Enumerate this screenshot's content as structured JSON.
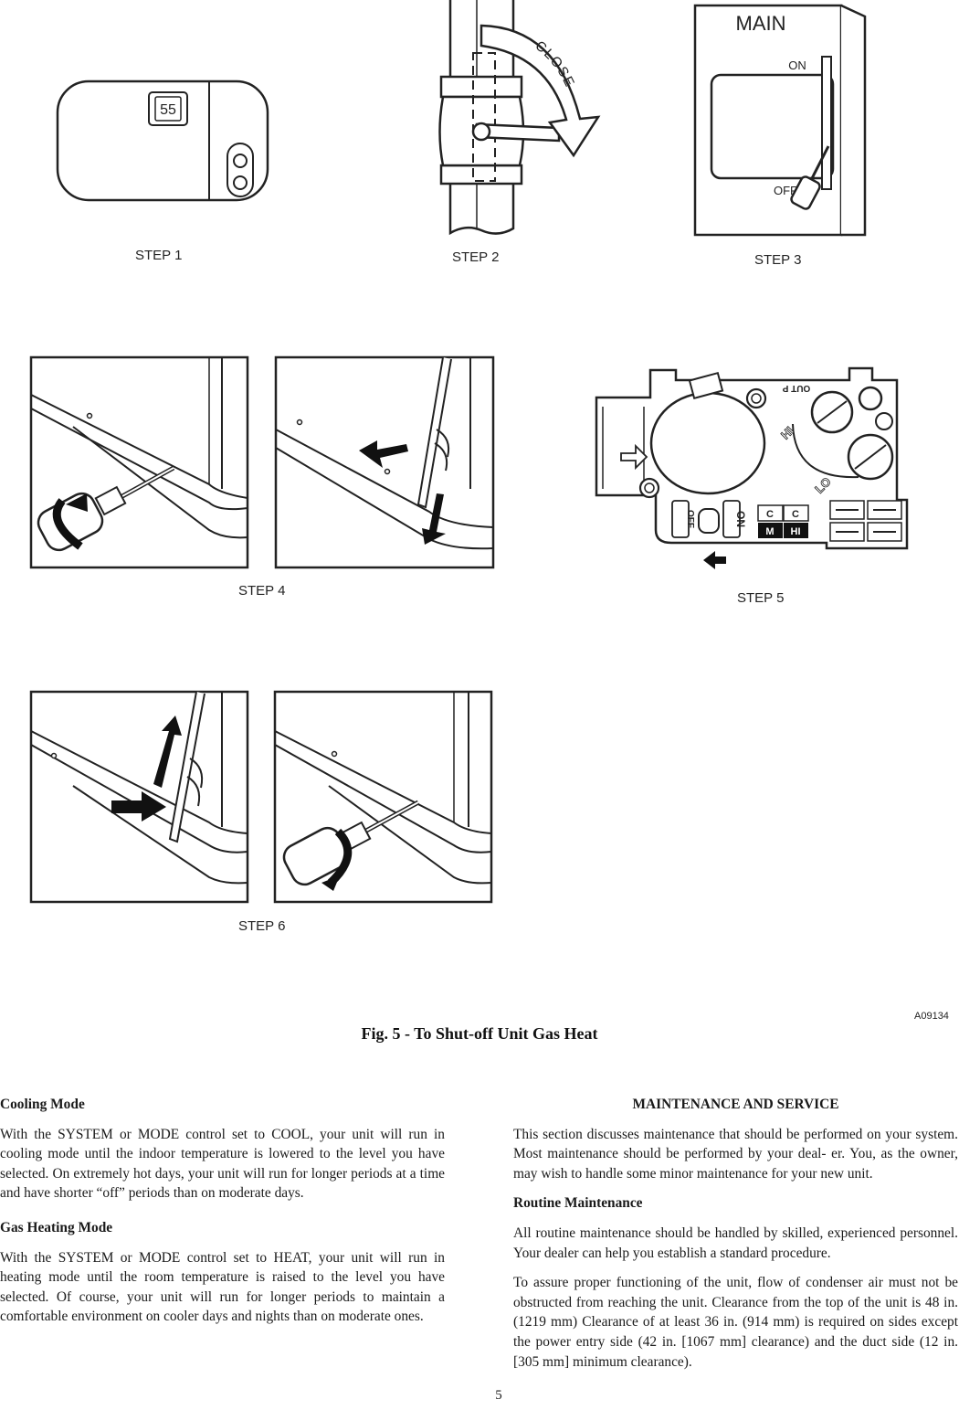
{
  "figure": {
    "steps": [
      "STEP 1",
      "STEP 2",
      "STEP 3",
      "STEP 4",
      "STEP 5",
      "STEP 6"
    ],
    "thermostat_display": "55",
    "valve_label": "CLOSE",
    "switch_title": "MAIN",
    "switch_on": "ON",
    "switch_off": "OFF",
    "gas_valve": {
      "hi": "HI",
      "lo": "LO",
      "on": "ON",
      "off": "OFF",
      "outp": "OUT P",
      "c1": "C",
      "c2": "C",
      "m": "M",
      "hi2": "HI"
    },
    "figure_code": "A09134",
    "caption": "Fig. 5 - To Shut-off Unit Gas Heat"
  },
  "left_column": {
    "cooling_heading": "Cooling Mode",
    "cooling_text": "With the SYSTEM or MODE control set to COOL, your unit will run in cooling mode until the indoor temperature is lowered to the level you have selected. On extremely hot days, your unit will run for longer periods at a time and have shorter “off” periods than on moderate days.",
    "heating_heading": "Gas Heating Mode",
    "heating_text": "With the SYSTEM or MODE control set to HEAT, your unit will run in heating mode until the room temperature is raised to the level you have selected. Of course, your unit will run for longer periods to maintain a comfortable environment on cooler days and nights than on moderate ones."
  },
  "right_column": {
    "section_heading": "MAINTENANCE AND SERVICE",
    "intro_text": "This section discusses maintenance that should be performed on your system. Most maintenance should be performed by your deal- er. You, as the owner, may wish to handle some minor maintenance for your new unit.",
    "routine_heading": "Routine Maintenance",
    "routine_text": "All routine maintenance should be handled by skilled, experienced personnel. Your dealer can help you establish a standard procedure.",
    "clearance_text": "To assure proper functioning of the unit, flow of condenser air must not be obstructed from reaching the unit. Clearance from the top of the unit is 48 in. (1219 mm) Clearance of at least 36 in. (914 mm) is required on sides except the power entry side (42 in. [1067 mm] clearance) and the duct side (12 in. [305 mm] minimum clearance)."
  },
  "page_number": "5"
}
